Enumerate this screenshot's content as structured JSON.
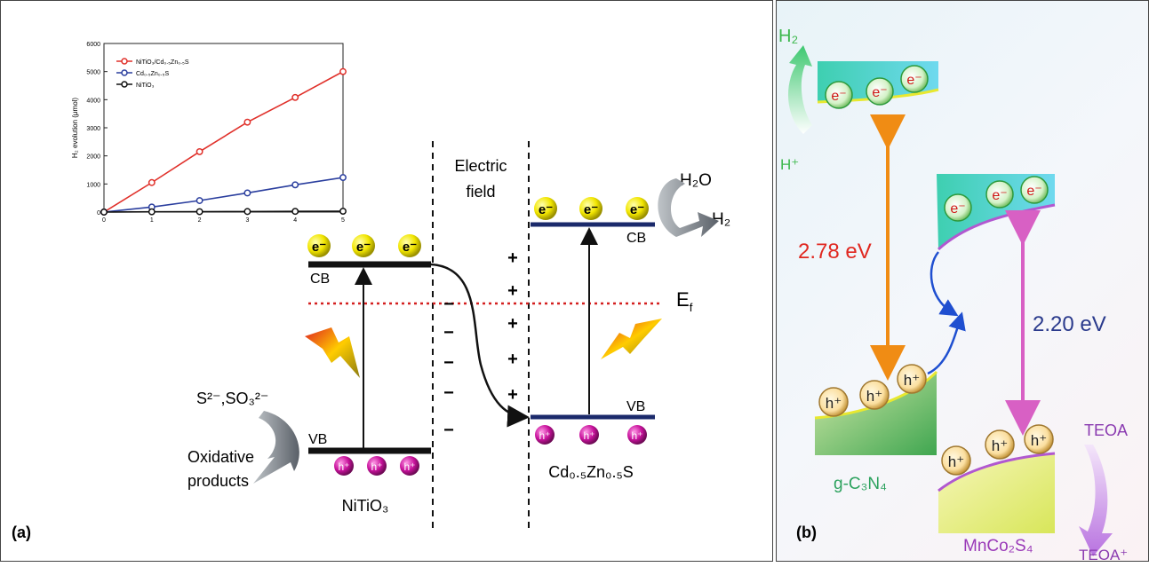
{
  "panel_a": {
    "label": "(a)",
    "electric_field_line1": "Electric",
    "electric_field_line2": "field",
    "cb_left": "CB",
    "vb_left": "VB",
    "cb_right": "CB",
    "vb_right": "VB",
    "fermi": "E",
    "fermi_sub": "f",
    "h2o": "H₂O",
    "h2": "H₂",
    "sulfide": "S²⁻,SO₃²⁻",
    "oxidative_line1": "Oxidative",
    "oxidative_line2": "products",
    "material_left": "NiTiO₃",
    "material_right": "Cd₀.₅Zn₀.₅S",
    "electron": "e⁻",
    "hole": "h⁺",
    "plus": "+",
    "minus": "−"
  },
  "panel_b": {
    "label": "(b)",
    "h2": "H₂",
    "hplus": "H⁺",
    "gap_left": "2.78 eV",
    "gap_right": "2.20 eV",
    "teoa": "TEOA",
    "teoa_plus": "TEOA⁺",
    "material_left": "g-C₃N₄",
    "material_right": "MnCo₂S₄",
    "electron": "e⁻",
    "hole": "h⁺"
  },
  "chart_data": {
    "type": "line",
    "xlabel": "",
    "ylabel": "H₂ evolution (μmol)",
    "xlim": [
      0,
      5
    ],
    "ylim": [
      0,
      6000
    ],
    "x": [
      0,
      1,
      2,
      3,
      4,
      5
    ],
    "x_ticks": [
      "0",
      "1",
      "2",
      "3",
      "4",
      "5"
    ],
    "y_ticks": [
      "0",
      "1000",
      "2000",
      "3000",
      "4000",
      "5000",
      "6000"
    ],
    "legend_position": "top-left",
    "series": [
      {
        "name": "NiTiO₃/Cd₀.₅Zn₀.₅S",
        "color": "#e0302a",
        "values": [
          0,
          1050,
          2150,
          3200,
          4080,
          5000
        ]
      },
      {
        "name": "Cd₀.₅Zn₀.₅S",
        "color": "#2a3e9e",
        "values": [
          0,
          180,
          410,
          680,
          970,
          1230
        ]
      },
      {
        "name": "NiTiO₃",
        "color": "#111111",
        "values": [
          0,
          10,
          15,
          20,
          25,
          30
        ]
      }
    ]
  }
}
